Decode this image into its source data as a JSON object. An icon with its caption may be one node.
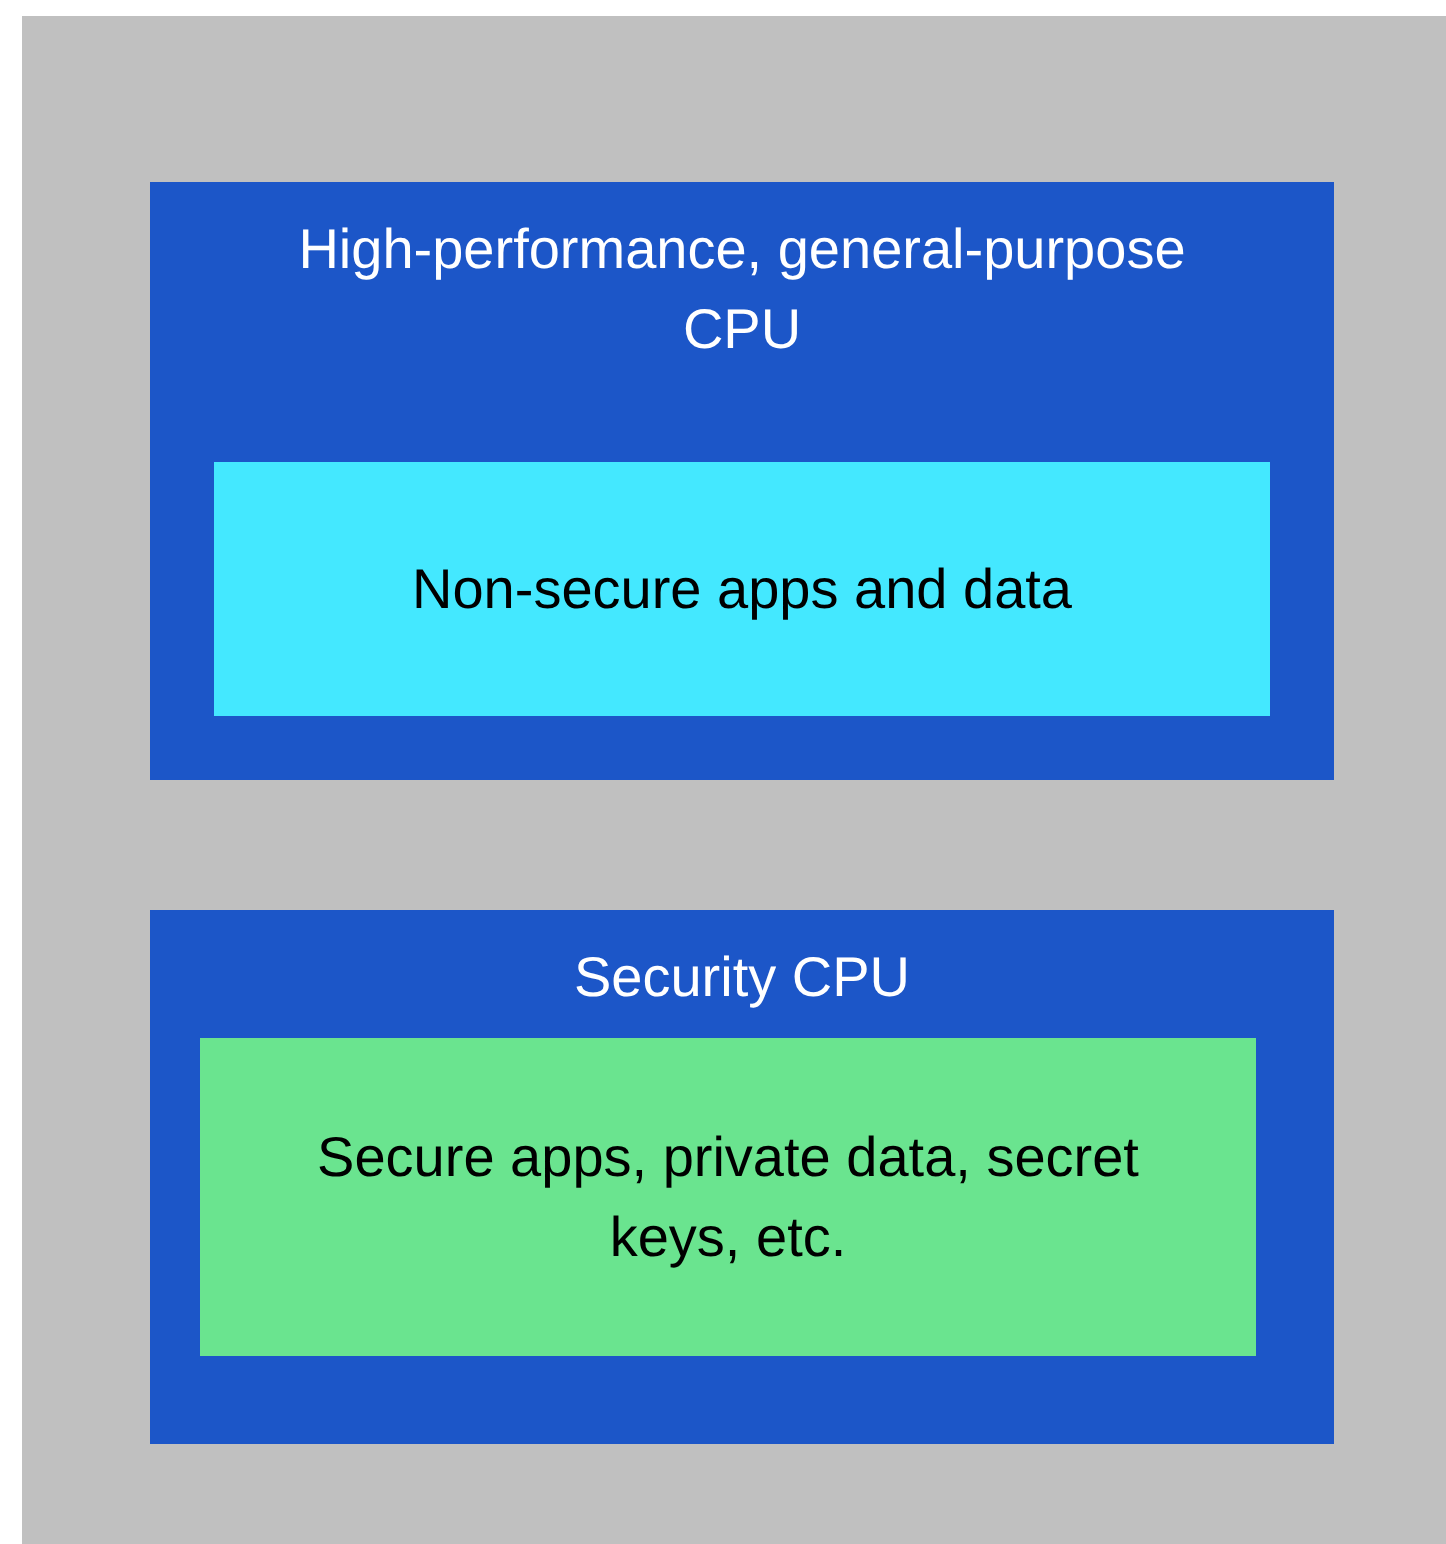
{
  "diagram": {
    "nodes": [
      {
        "text": [
          "High-performance, general-purpose CPU"
        ]
      },
      {
        "text": [
          "Non-secure apps and data"
        ],
        "in": 0
      },
      {
        "text": [
          "Security CPU"
        ]
      },
      {
        "text": [
          "Secure apps, private data, secret keys, etc."
        ],
        "in": 2
      }
    ]
  }
}
